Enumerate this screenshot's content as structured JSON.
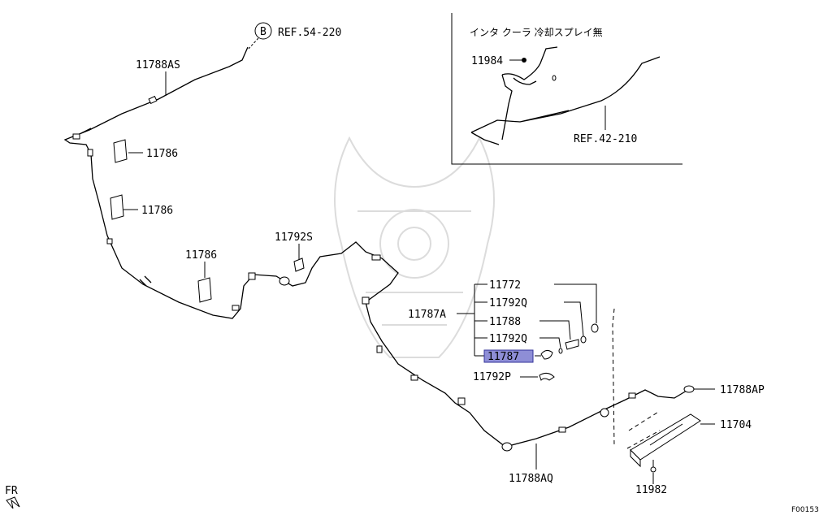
{
  "labels": {
    "ref_54_220": "REF.54-220",
    "circle_b": "B",
    "p11788AS": "11788AS",
    "p11786_a": "11786",
    "p11786_b": "11786",
    "p11786_c": "11786",
    "p11792S": "11792S",
    "p11787A": "11787A",
    "p11772": "11772",
    "p11792Q_a": "11792Q",
    "p11788": "11788",
    "p11792Q_b": "11792Q",
    "p11787": "11787",
    "p11792P": "11792P",
    "p11788AP": "11788AP",
    "p11704": "11704",
    "p11788AQ": "11788AQ",
    "p11982": "11982",
    "fr": "FR",
    "figure_code": "F00153"
  },
  "inset": {
    "title": "インタ クーラ 冷却スプレイ無",
    "p11984": "11984",
    "ref_42_210": "REF.42-210"
  },
  "highlight": {
    "part": "11787",
    "color": "#8e8ed6"
  }
}
